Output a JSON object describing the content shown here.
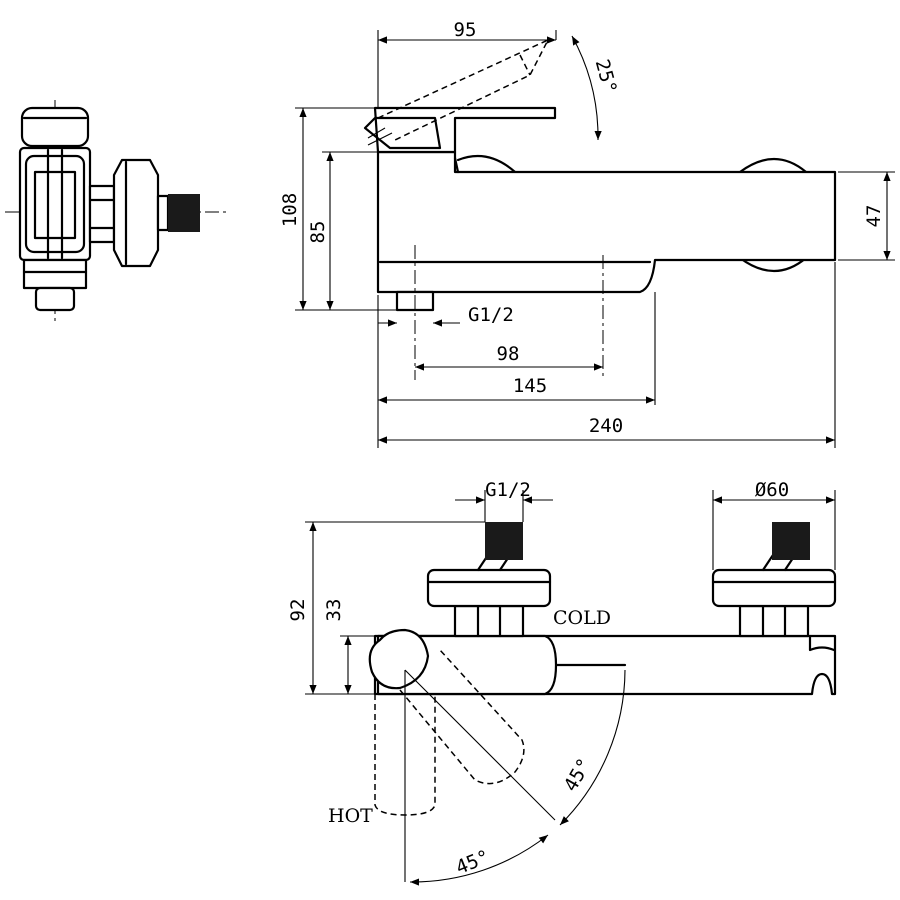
{
  "side_view": {
    "dim_lever_reach": "95",
    "dim_lever_angle": "25°",
    "dim_total_height": "108",
    "dim_inlet_height": "85",
    "dim_body_height": "47",
    "dim_thread": "G1/2",
    "dim_spout_offset": "98",
    "dim_spout_length": "145",
    "dim_total_length": "240"
  },
  "top_view": {
    "dim_thread": "G1/2",
    "dim_flange_diameter": "Ø60",
    "dim_depth": "92",
    "dim_body_depth": "33",
    "label_cold": "COLD",
    "label_hot": "HOT",
    "dim_angle_cold": "45°",
    "dim_angle_hot": "45°"
  }
}
